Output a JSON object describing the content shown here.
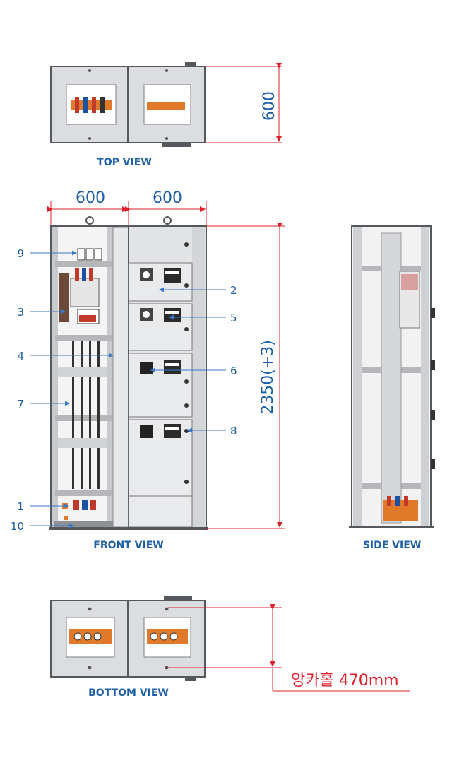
{
  "colors": {
    "dimension_line": "#e0202a",
    "text_blue": "#1f5fa8",
    "callout_line": "#3a78c8",
    "panel": "#e2e3e5",
    "frame_dark": "#55595e",
    "busbar_orange": "#e07a2a"
  },
  "views": {
    "top": "TOP VIEW",
    "front": "FRONT VIEW",
    "side": "SIDE VIEW",
    "bottom": "BOTTOM VIEW"
  },
  "dimensions": {
    "top_depth": "600",
    "front_width_left": "600",
    "front_width_right": "600",
    "height": "2350(+3)",
    "anchor": "앙카홀 470mm"
  },
  "callouts": [
    "9",
    "3",
    "4",
    "7",
    "1",
    "10",
    "2",
    "5",
    "6",
    "8"
  ]
}
